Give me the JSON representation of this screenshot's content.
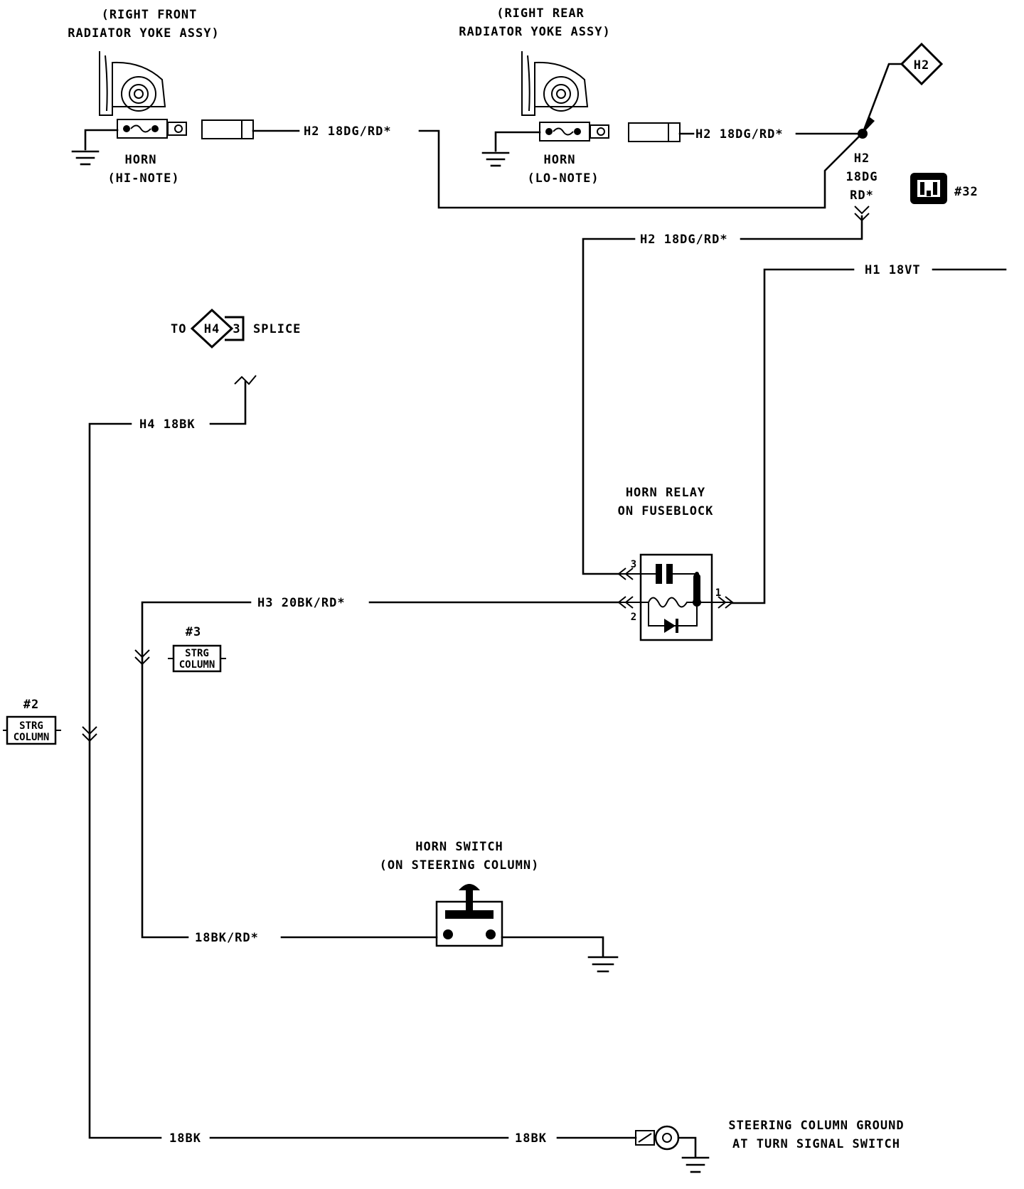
{
  "horn_front": {
    "location_line1": "(RIGHT FRONT",
    "location_line2": "RADIATOR YOKE ASSY)",
    "name": "HORN",
    "note": "(HI-NOTE)"
  },
  "horn_rear": {
    "location_line1": "(RIGHT REAR",
    "location_line2": "RADIATOR YOKE ASSY)",
    "name": "HORN",
    "note": "(LO-NOTE)"
  },
  "wires": {
    "h2_front": "H2 18DG/RD*",
    "h2_rear": "H2 18DG/RD*",
    "h2_vertical_line1": "H2",
    "h2_vertical_line2": "18DG",
    "h2_vertical_line3": "RD*",
    "h2_relay": "H2 18DG/RD*",
    "h1": "H1 18VT",
    "h4": "H4 18BK",
    "h3": "H3 20BK/RD*",
    "switch_wire": "18BK/RD*",
    "ground_left": "18BK",
    "ground_right": "18BK"
  },
  "splice_ref": {
    "prefix": "TO",
    "code": "H4",
    "number": "3",
    "suffix": "SPLICE"
  },
  "h2_diamond": "H2",
  "connector_ref_32": "#32",
  "relay": {
    "title_line1": "HORN RELAY",
    "title_line2": "ON FUSEBLOCK",
    "pin_1": "1",
    "pin_2": "2",
    "pin_3": "3"
  },
  "strg_column_2": {
    "ref": "#2",
    "line1": "STRG",
    "line2": "COLUMN"
  },
  "strg_column_3": {
    "ref": "#3",
    "line1": "STRG",
    "line2": "COLUMN"
  },
  "horn_switch": {
    "title_line1": "HORN SWITCH",
    "title_line2": "(ON STEERING COLUMN)"
  },
  "steering_ground": {
    "line1": "STEERING COLUMN GROUND",
    "line2": "AT TURN SIGNAL SWITCH"
  }
}
